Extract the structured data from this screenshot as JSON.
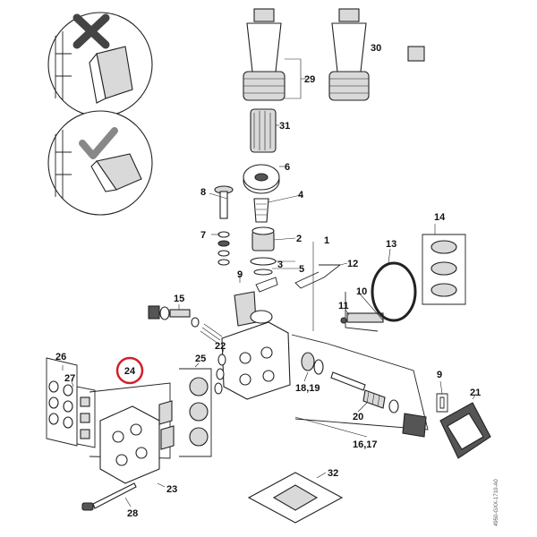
{
  "diagram": {
    "highlight_color": "#d0202a",
    "highlighted_part": "24",
    "callouts": {
      "c1": "1",
      "c2": "2",
      "c3": "3",
      "c4": "4",
      "c5": "5",
      "c6": "6",
      "c7": "7",
      "c8": "8",
      "c9a": "9",
      "c9b": "9",
      "c10": "10",
      "c11": "11",
      "c12": "12",
      "c13": "13",
      "c14": "14",
      "c15": "15",
      "c1617": "16,17",
      "c1819": "18,19",
      "c20": "20",
      "c21": "21",
      "c22": "22",
      "c23": "23",
      "c24": "24",
      "c25": "25",
      "c26": "26",
      "c27": "27",
      "c28": "28",
      "c29": "29",
      "c30": "30",
      "c31": "31",
      "c32": "32"
    },
    "figure_code": "4950-GXX-1710-A0",
    "icons": [
      "incorrect-cross-icon",
      "correct-check-icon"
    ]
  }
}
